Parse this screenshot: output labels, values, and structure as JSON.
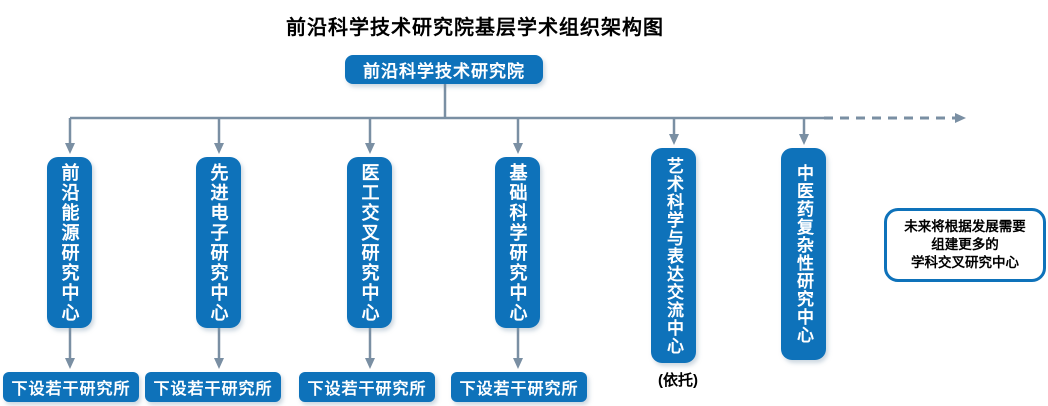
{
  "title": "前沿科学技术研究院基层学术组织架构图",
  "root": {
    "label": "前沿科学技术研究院"
  },
  "centers": [
    {
      "label": "前沿能源研究中心",
      "sub": "下设若干研究所"
    },
    {
      "label": "先进电子研究中心",
      "sub": "下设若干研究所"
    },
    {
      "label": "医工交叉研究中心",
      "sub": "下设若干研究所"
    },
    {
      "label": "基础科学研究中心",
      "sub": "下设若干研究所"
    },
    {
      "label": "艺术科学与表达交流中心",
      "note": "(依托)"
    },
    {
      "label": "中医药复杂性研究中心"
    }
  ],
  "future_note": {
    "lines": [
      "未来将根据发展需要",
      "组建更多的",
      "学科交叉研究中心"
    ]
  },
  "colors": {
    "box_blue": "#0e72ba",
    "connector": "#7a8fa3",
    "title_text": "#000000",
    "box_text": "#ffffff"
  }
}
